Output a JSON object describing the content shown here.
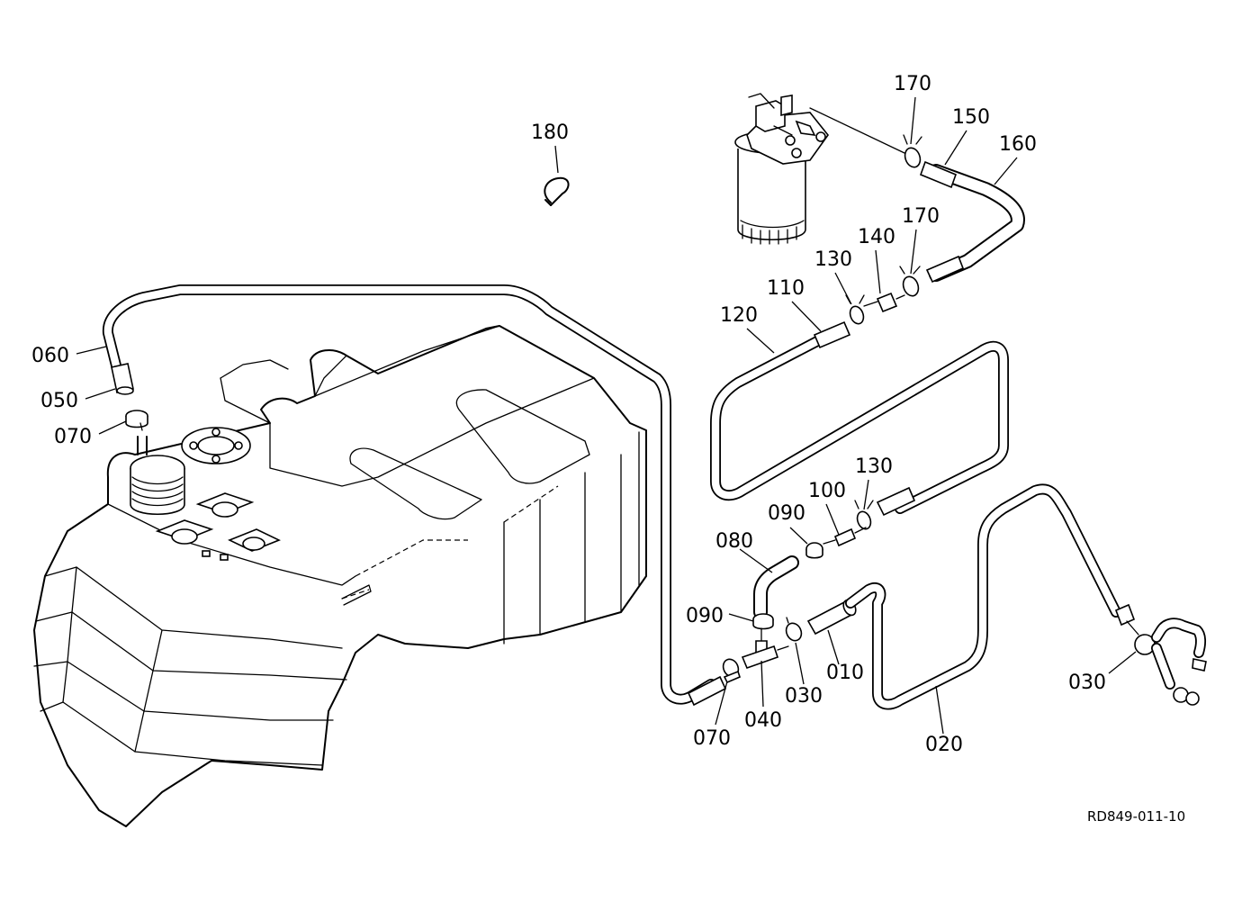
{
  "diagram": {
    "drawing_code": "RD849-011-10",
    "callouts": [
      {
        "id": "c180",
        "text": "180"
      },
      {
        "id": "c170a",
        "text": "170"
      },
      {
        "id": "c150",
        "text": "150"
      },
      {
        "id": "c160",
        "text": "160"
      },
      {
        "id": "c170b",
        "text": "170"
      },
      {
        "id": "c140",
        "text": "140"
      },
      {
        "id": "c130a",
        "text": "130"
      },
      {
        "id": "c110",
        "text": "110"
      },
      {
        "id": "c120",
        "text": "120"
      },
      {
        "id": "c060",
        "text": "060"
      },
      {
        "id": "c050",
        "text": "050"
      },
      {
        "id": "c070a",
        "text": "070"
      },
      {
        "id": "c130b",
        "text": "130"
      },
      {
        "id": "c100",
        "text": "100"
      },
      {
        "id": "c090a",
        "text": "090"
      },
      {
        "id": "c080",
        "text": "080"
      },
      {
        "id": "c090b",
        "text": "090"
      },
      {
        "id": "c010",
        "text": "010"
      },
      {
        "id": "c030a",
        "text": "030"
      },
      {
        "id": "c040",
        "text": "040"
      },
      {
        "id": "c070b",
        "text": "070"
      },
      {
        "id": "c020",
        "text": "020"
      },
      {
        "id": "c030b",
        "text": "030"
      }
    ]
  }
}
